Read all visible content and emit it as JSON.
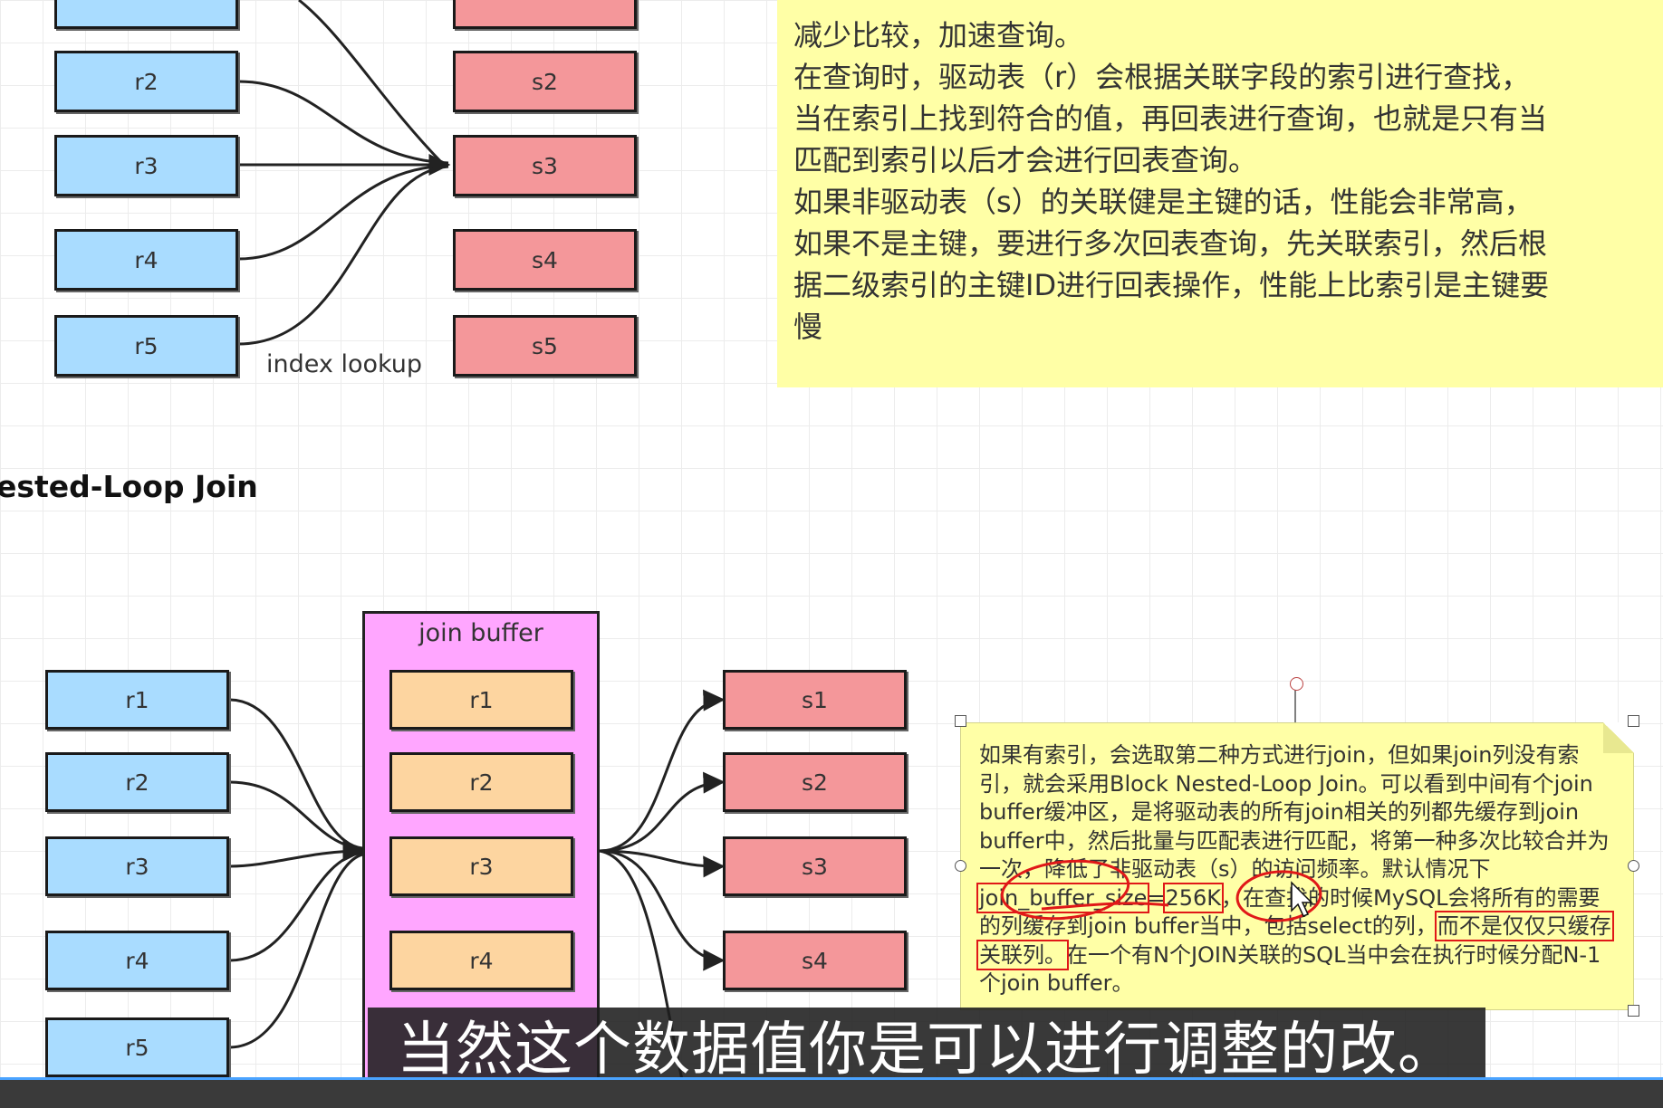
{
  "diagram_top": {
    "driving_rows": [
      "r2",
      "r3",
      "r4",
      "r5"
    ],
    "lookup_rows": [
      "s2",
      "s3",
      "s4",
      "s5"
    ],
    "edge_label": "index lookup"
  },
  "section_title": "ested-Loop Join",
  "note_top": {
    "lines": [
      "减少比较，加速查询。",
      "在查询时，驱动表（r）会根据关联字段的索引进行查找，",
      "当在索引上找到符合的值，再回表进行查询，也就是只有当",
      "匹配到索引以后才会进行回表查询。",
      "如果非驱动表（s）的关联健是主键的话，性能会非常高，",
      "如果不是主键，要进行多次回表查询，先关联索引，然后根",
      "据二级索引的主键ID进行回表操作，性能上比索引是主键要",
      "慢"
    ]
  },
  "diagram_bottom": {
    "driving_rows": [
      "r1",
      "r2",
      "r3",
      "r4",
      "r5"
    ],
    "buffer_title": "join buffer",
    "buffer_rows": [
      "r1",
      "r2",
      "r3",
      "r4"
    ],
    "lookup_rows": [
      "s1",
      "s2",
      "s3",
      "s4"
    ]
  },
  "note_bottom": {
    "part1": "如果有索引，会选取第二种方式进行join，但如果join列没有索引，就会采用Block Nested-Loop Join。可以看到中间有个join buffer缓冲区，是将驱动表的所有join相关的列都先缓存到join buffer中，然后批量与匹配表进行匹配，将第一种多次比较合并为一次，降低了非驱动表（s）的访问频率。默认情况下",
    "highlight1": "join_buffer_size",
    "eq": "=",
    "highlight2": "256K",
    "part2": "，在查找的时候MySQL会将所有的需要的列缓存到join buffer当中，包括select的列，",
    "highlight3": "而不是仅仅只缓存关联列。",
    "part3": "在一个有N个JOIN关联的SQL当中会在执行时候分配N-1个join buffer。"
  },
  "subtitle": "当然这个数据值你是可以进行调整的改。",
  "colors": {
    "driving_row": "#a9dcff",
    "lookup_row": "#f4979a",
    "buffer_row": "#fdd5a0",
    "buffer": "#ffa6ff",
    "note": "#ffffa6",
    "annotation": "#e01818"
  }
}
